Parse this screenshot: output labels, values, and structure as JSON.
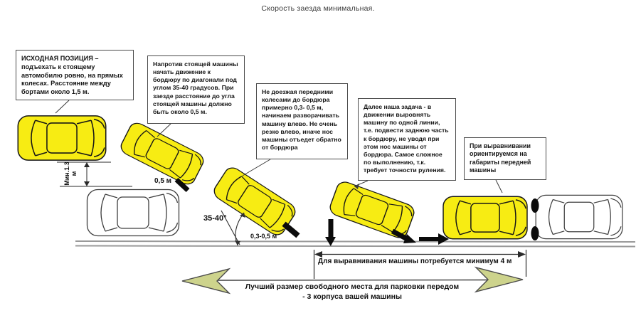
{
  "title": "Скорость заезда минимальная.",
  "callouts": {
    "box1": "ИСХОДНАЯ ПОЗИЦИЯ – подъехать к стоящему автомобилю ровно, на прямых колесах. Расстояние между бортами около 1,5 м.",
    "box2": "Напротив стоящей машины начать движение к бордюру по диагонали под углом 35-40 градусов. При заезде расстояние до угла стоящей машины должно быть около 0,5 м.",
    "box3": "Не доезжая передними колесами до бордюра примерно 0,3- 0,5 м, начинаем разворачивать машину влево. Не очень резко влево, иначе нос машины отъедет обратно от бордюра",
    "box4": "Далее наша задача - в движении выровнять машину по одной линии, т.е. подвести заднюю часть к бордюру, не уводя при этом нос машины от бордюра. Самое сложное по выполнению, т.к. требует точности руления.",
    "box5": "При выравнивании ориентируемся на габариты передней машины"
  },
  "measurements": {
    "min_side_gap": "Мин.1.3",
    "min_side_gap_unit": "м",
    "corner_gap": "0,5 м",
    "entry_angle": "35-40°",
    "curb_gap": "0,3-0,5 м",
    "align_distance": "Для выравнивания машины потребуется минимум 4 м",
    "best_space_line1": "Лучший размер свободного места для парковки передом",
    "best_space_line2": "-  3 корпуса вашей машины"
  },
  "cars": {
    "yellow_count": 5,
    "white_count": 2,
    "description": "Жёлтая машина — этапы заезда; белые машины — припаркованные автомобили"
  },
  "colors": {
    "car_yellow": "#F7EC13",
    "car_white": "#FFFFFF",
    "outline_dark": "#1a1a1a",
    "chevron_fill": "#CDD38C",
    "marker_black": "#0B0B0B",
    "road_gray": "#9a9a9a"
  }
}
